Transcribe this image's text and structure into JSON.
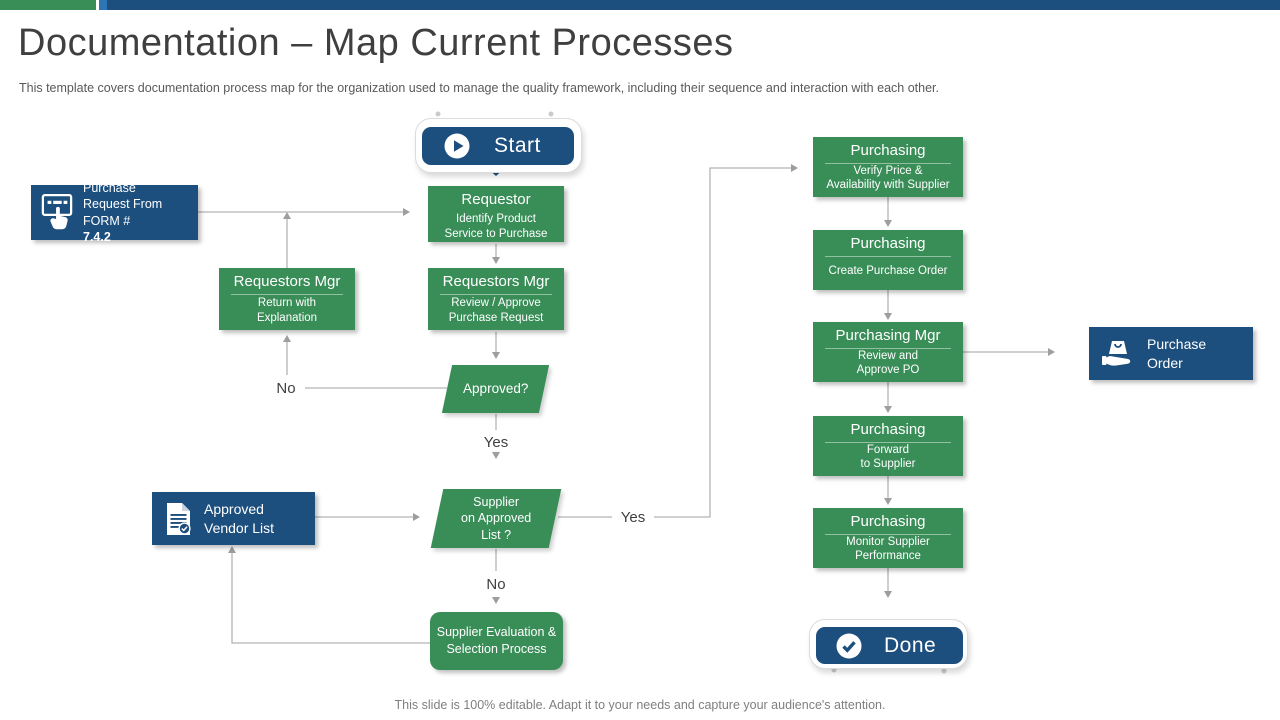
{
  "slide": {
    "title": "Documentation – Map Current Processes",
    "subtitle": "This template covers documentation process map for the organization used to manage the quality framework, including their sequence and interaction with each other.",
    "footer": "This slide is 100% editable. Adapt it to your needs and capture your audience's attention."
  },
  "colors": {
    "green": "#398D57",
    "navy": "#1C4E7E",
    "accent_blue": "#2E75B6",
    "connector_gray": "#B3B3B3"
  },
  "labels": {
    "no_upper": "No",
    "yes_upper": "Yes",
    "yes_right": "Yes",
    "no_lower": "No"
  },
  "nodes": {
    "start": {
      "label": "Start",
      "icon": "play-icon"
    },
    "purchase_request": {
      "lines": [
        "Purchase",
        "Request From"
      ],
      "form_prefix": "FORM # ",
      "form_number": "7.4.2",
      "icon": "form-touch-icon"
    },
    "requestor": {
      "title": "Requestor",
      "body": [
        "Identify Product",
        "Service to Purchase"
      ]
    },
    "requestors_mgr_return": {
      "title": "Requestors Mgr",
      "body": [
        "Return with",
        "Explanation"
      ]
    },
    "requestors_mgr_review": {
      "title": "Requestors Mgr",
      "body": [
        "Review / Approve",
        "Purchase Request"
      ]
    },
    "approved_decision": {
      "label": "Approved?"
    },
    "approved_vendor_list": {
      "lines": [
        "Approved",
        "Vendor List"
      ],
      "icon": "document-check-icon"
    },
    "supplier_decision": {
      "lines": [
        "Supplier",
        "on Approved",
        "List ?"
      ]
    },
    "supplier_evaluation": {
      "lines": [
        "Supplier Evaluation &",
        "Selection Process"
      ]
    },
    "purchasing_verify": {
      "title": "Purchasing",
      "body": [
        "Verify Price &",
        "Availability with Supplier"
      ]
    },
    "purchasing_create": {
      "title": "Purchasing",
      "body": [
        "Create Purchase Order"
      ]
    },
    "purchasing_mgr": {
      "title": "Purchasing Mgr",
      "body": [
        "Review and",
        "Approve PO"
      ]
    },
    "purchasing_forward": {
      "title": "Purchasing",
      "body": [
        "Forward",
        "to Supplier"
      ]
    },
    "purchasing_monitor": {
      "title": "Purchasing",
      "body": [
        "Monitor Supplier",
        "Performance"
      ]
    },
    "purchase_order": {
      "lines": [
        "Purchase",
        "Order"
      ],
      "icon": "hand-bag-icon"
    },
    "done": {
      "label": "Done",
      "icon": "check-icon"
    }
  }
}
